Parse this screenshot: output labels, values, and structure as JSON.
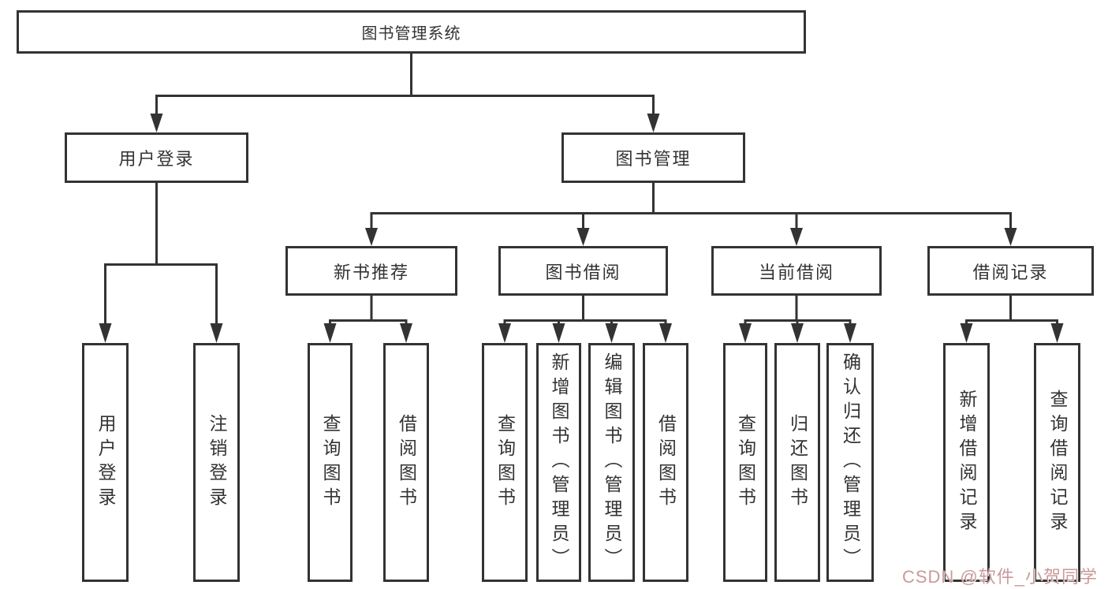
{
  "tree": {
    "label": "图书管理系统",
    "children": [
      {
        "label": "用户登录",
        "children": [
          {
            "label": "用户登录"
          },
          {
            "label": "注销登录"
          }
        ]
      },
      {
        "label": "图书管理",
        "children": [
          {
            "label": "新书推荐",
            "children": [
              {
                "label": "查询图书"
              },
              {
                "label": "借阅图书"
              }
            ]
          },
          {
            "label": "图书借阅",
            "children": [
              {
                "label": "查询图书"
              },
              {
                "label": "新增图书（管理员）"
              },
              {
                "label": "编辑图书（管理员）"
              },
              {
                "label": "借阅图书"
              }
            ]
          },
          {
            "label": "当前借阅",
            "children": [
              {
                "label": "查询图书"
              },
              {
                "label": "归还图书"
              },
              {
                "label": "确认归还（管理员）"
              }
            ]
          },
          {
            "label": "借阅记录",
            "children": [
              {
                "label": "新增借阅记录"
              },
              {
                "label": "查询借阅记录"
              }
            ]
          }
        ]
      }
    ]
  },
  "watermark": {
    "text": "CSDN @软件_小贺同学"
  },
  "colors": {
    "line": "#333333",
    "border": "#333333",
    "text": "#333333",
    "background": "#ffffff",
    "watermark": "#c99a9a"
  }
}
